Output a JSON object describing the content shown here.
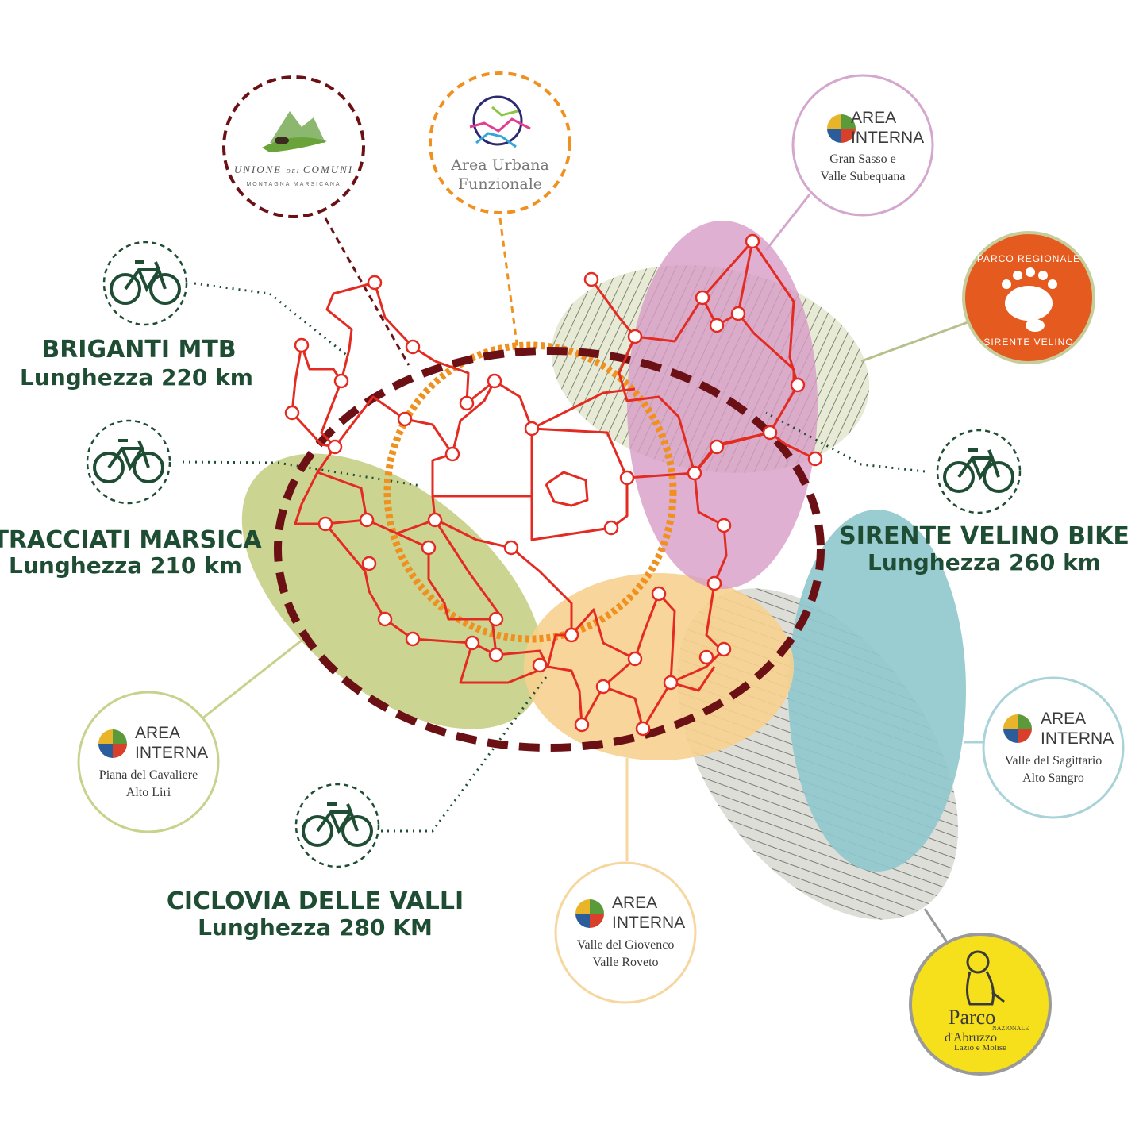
{
  "routes": {
    "briganti": {
      "title": "BRIGANTI MTB",
      "length": "Lunghezza 220 km"
    },
    "marsica": {
      "title": "TRACCIATI MARSICA",
      "length": "Lunghezza 210 km"
    },
    "sirente": {
      "title": "SIRENTE VELINO BIKE",
      "length": "Lunghezza 260 km"
    },
    "ciclovia": {
      "title": "CICLOVIA DELLE VALLI",
      "length": "Lunghezza 280 KM"
    }
  },
  "logos": {
    "unione": {
      "line1": "UNIONE",
      "small": "DEI",
      "line2": "COMUNI",
      "line3": "MONTAGNA MARSICANA"
    },
    "area_urbana": {
      "line1": "Area Urbana",
      "line2": "Funzionale"
    },
    "sirente_park": {
      "top": "PARCO REGIONALE",
      "bottom": "SIRENTE VELINO"
    },
    "pna": {
      "big": "Parco",
      "mid1": "NAZIONALE",
      "mid2": "d'Abruzzo",
      "sub": "Lazio e Molise"
    }
  },
  "areas": {
    "gran_sasso": {
      "line1": "AREA",
      "line2": "INTERNA",
      "sub1": "Gran Sasso e",
      "sub2": "Valle Subequana"
    },
    "piana": {
      "line1": "AREA",
      "line2": "INTERNA",
      "sub1": "Piana del Cavaliere",
      "sub2": "Alto Liri"
    },
    "sagittario": {
      "line1": "AREA",
      "line2": "INTERNA",
      "sub1": "Valle del Sagittario",
      "sub2": "Alto Sangro"
    },
    "giovenco": {
      "line1": "AREA",
      "line2": "INTERNA",
      "sub1": "Valle del Giovenco",
      "sub2": "Valle Roveto"
    }
  },
  "colors": {
    "route_red": "#e32b22",
    "dark_maroon": "#6b1014",
    "orange_dashed": "#f0901e",
    "purple": "#d79cc6",
    "green": "#c9d28c",
    "teal": "#8fc8cd",
    "peach": "#f7d190",
    "grey": "#d7d7d2",
    "forest_green": "#1f4d34",
    "sirente_orange": "#e55a1e",
    "pna_yellow": "#f6e01c"
  }
}
